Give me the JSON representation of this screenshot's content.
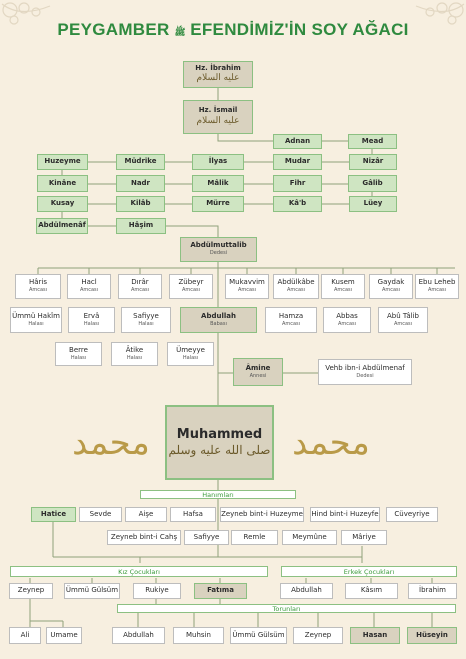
{
  "title": {
    "left": "PEYGAMBER",
    "seal": "ﷺ",
    "right": "EFENDİMİZ'İN SOY AĞACI"
  },
  "ancestors": {
    "ibrahim": {
      "name": "Hz. İbrahim",
      "honorific": "عليه السلام"
    },
    "ismail": {
      "name": "Hz. İsmail",
      "honorific": "عليه السلام"
    },
    "adnan": "Adnan",
    "mead": "Mead",
    "huzeyme": "Huzeyme",
    "mudrike": "Müdrike",
    "ilyas": "İlyas",
    "mudar": "Mudar",
    "nizar": "Nizâr",
    "kinane": "Kinâne",
    "nadr": "Nadr",
    "malik": "Mâlik",
    "fihr": "Fihr",
    "galib": "Gâlib",
    "kusay": "Kusay",
    "kilab": "Kilâb",
    "murre": "Mürre",
    "kab": "Kâ'b",
    "luey": "Lüey",
    "abdulmenaf": "Abdülmenâf",
    "hasim": "Hâşim"
  },
  "grandfather": {
    "name": "Abdülmuttalib",
    "relation": "Dedesi"
  },
  "uncles": [
    {
      "name": "Hâris",
      "relation": "Amcası"
    },
    {
      "name": "Hacl",
      "relation": "Amcası"
    },
    {
      "name": "Dırâr",
      "relation": "Amcası"
    },
    {
      "name": "Zübeyr",
      "relation": "Amcası"
    },
    {
      "name": "Mukavvim",
      "relation": "Amcası"
    },
    {
      "name": "Abdülkâbe",
      "relation": "Amcası"
    },
    {
      "name": "Kusem",
      "relation": "Amcası"
    },
    {
      "name": "Gaydak",
      "relation": "Amcası"
    },
    {
      "name": "Ebu Leheb",
      "relation": "Amcası"
    }
  ],
  "row2": {
    "ummu_hakim": {
      "name": "Ümmü Hakîm",
      "relation": "Halası"
    },
    "erva": {
      "name": "Ervâ",
      "relation": "Halası"
    },
    "safiyye": {
      "name": "Safiyye",
      "relation": "Halası"
    },
    "abdullah": {
      "name": "Abdullah",
      "relation": "Babası"
    },
    "hamza": {
      "name": "Hamza",
      "relation": "Amcası"
    },
    "abbas": {
      "name": "Abbas",
      "relation": "Amcası"
    },
    "abu_talib": {
      "name": "Abû Tâlib",
      "relation": "Amcası"
    }
  },
  "aunts": [
    {
      "name": "Berre",
      "relation": "Halası"
    },
    {
      "name": "Âtike",
      "relation": "Halası"
    },
    {
      "name": "Ümeyye",
      "relation": "Halası"
    }
  ],
  "mother": {
    "name": "Âmine",
    "relation": "Annesi"
  },
  "maternal_grandfather": {
    "name": "Vehb ibn-i Abdülmenaf",
    "relation": "Dedesi"
  },
  "prophet": {
    "name": "Muhammed",
    "honorific": "صلى الله عليه وسلم"
  },
  "calligraphy": "محمد",
  "wives_header": "Hanımları",
  "wives_row1": [
    "Hatice",
    "Sevde",
    "Aişe",
    "Hafsa",
    "Zeyneb bint-i Huzeyme",
    "Hind bint-i Huzeyfe",
    "Cüveyriye"
  ],
  "wives_row2": [
    "Zeyneb bint-i Cahş",
    "Safiyye",
    "Remle",
    "Meymûne",
    "Mâriye"
  ],
  "daughters_header": "Kız Çocukları",
  "sons_header": "Erkek Çocukları",
  "daughters": [
    "Zeynep",
    "Ümmü Gülsüm",
    "Rukiye",
    "Fatıma"
  ],
  "sons": [
    "Abdullah",
    "Kâsım",
    "İbrahim"
  ],
  "grandchildren_header": "Torunları",
  "grandchildren": [
    "Ali",
    "Umame",
    "Abdullah",
    "Muhsin",
    "Ümmü Gülsüm",
    "Zeynep",
    "Hasan",
    "Hüseyin"
  ],
  "colors": {
    "green": "#2f8a3f",
    "box_green": "#cfe5c2",
    "box_tan": "#d9d2bf",
    "background": "#f7efe0"
  }
}
